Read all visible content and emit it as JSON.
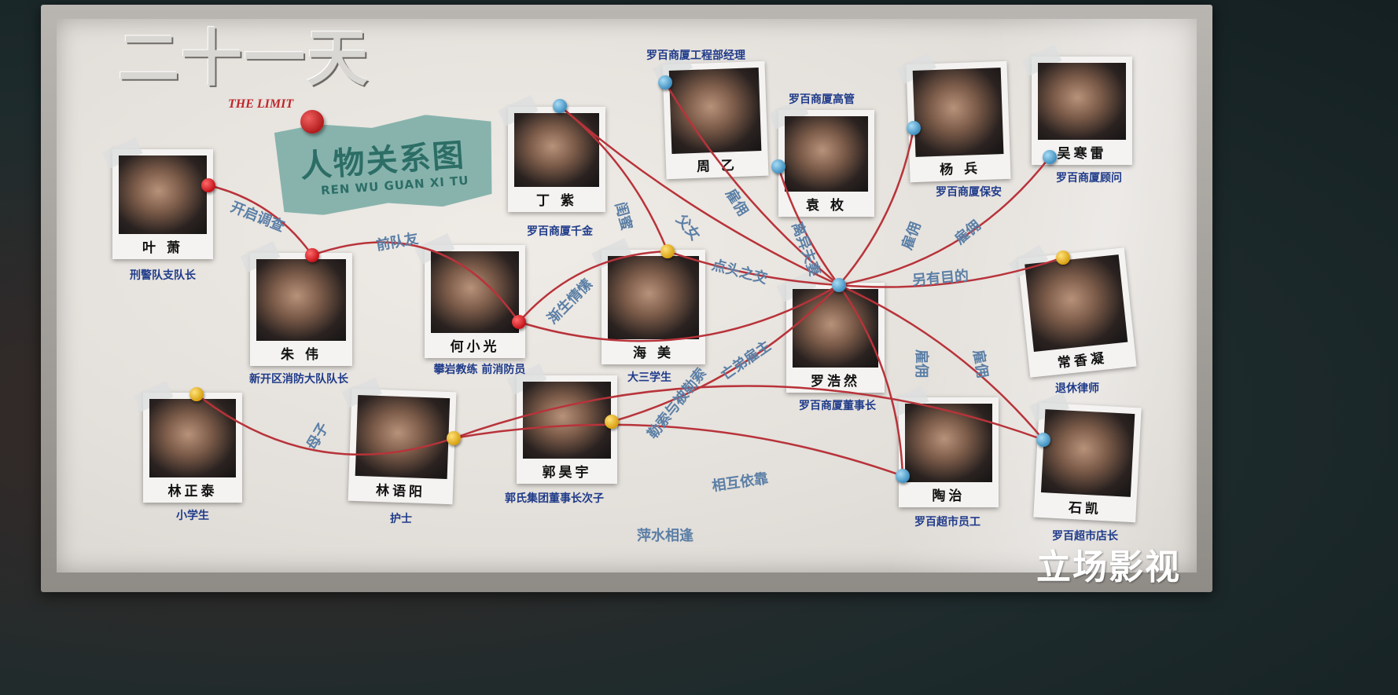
{
  "logo": {
    "title": "二十一天",
    "subtitle": "THE LIMIT"
  },
  "tag": {
    "title": "人物关系图",
    "subtitle": "REN WU GUAN XI TU"
  },
  "watermark": "立场影视",
  "colors": {
    "string": "#b8333a",
    "caption": "#1f3b8a",
    "relation_label": "#5b7fa6",
    "tag": "#88b3ad"
  },
  "characters": [
    {
      "name": "叶 萧",
      "role": "刑警队支队长",
      "pin": "red"
    },
    {
      "name": "朱 伟",
      "role": "新开区消防大队队长",
      "pin": "red"
    },
    {
      "name": "何小光",
      "role": "攀岩教练  前消防员",
      "pin": "red"
    },
    {
      "name": "丁 紫",
      "role": "罗百商厦千金",
      "pin": "blue"
    },
    {
      "name": "海 美",
      "role": "大三学生",
      "pin": "yellow"
    },
    {
      "name": "周 乙",
      "role": "罗百商厦工程部经理",
      "pin": "blue"
    },
    {
      "name": "袁 枚",
      "role": "罗百商厦高管",
      "pin": "blue"
    },
    {
      "name": "杨 兵",
      "role": "罗百商厦保安",
      "pin": "blue"
    },
    {
      "name": "吴寒雷",
      "role": "罗百商厦顾问",
      "pin": "blue"
    },
    {
      "name": "罗浩然",
      "role": "罗百商厦董事长",
      "pin": "blue"
    },
    {
      "name": "常香凝",
      "role": "退休律师",
      "pin": "yellow"
    },
    {
      "name": "林正泰",
      "role": "小学生",
      "pin": "yellow"
    },
    {
      "name": "林语阳",
      "role": "护士",
      "pin": "yellow"
    },
    {
      "name": "郭昊宇",
      "role": "郭氏集团董事长次子",
      "pin": "yellow"
    },
    {
      "name": "陶治",
      "role": "罗百超市员工",
      "pin": "blue"
    },
    {
      "name": "石凯",
      "role": "罗百超市店长",
      "pin": "blue"
    }
  ],
  "relations": [
    {
      "from": "叶萧",
      "to": "朱伟",
      "label": "开启调查"
    },
    {
      "from": "朱伟",
      "to": "何小光",
      "label": "前队友"
    },
    {
      "from": "何小光",
      "to": "海美",
      "label": "渐生情愫"
    },
    {
      "from": "丁紫",
      "to": "海美",
      "label": "闺蜜"
    },
    {
      "from": "丁紫",
      "to": "罗浩然",
      "label": "父女"
    },
    {
      "from": "周乙",
      "to": "罗浩然",
      "label": "雇佣"
    },
    {
      "from": "袁枚",
      "to": "罗浩然",
      "label": "离异夫妻"
    },
    {
      "from": "杨兵",
      "to": "罗浩然",
      "label": "雇佣"
    },
    {
      "from": "吴寒雷",
      "to": "罗浩然",
      "label": "雇佣"
    },
    {
      "from": "海美",
      "to": "罗浩然",
      "label": "点头之交"
    },
    {
      "from": "常香凝",
      "to": "罗浩然",
      "label": "另有目的"
    },
    {
      "from": "何小光",
      "to": "罗浩然",
      "label": "亡弟雇主"
    },
    {
      "from": "郭昊宇",
      "to": "罗浩然",
      "label": "勒索与被勒索"
    },
    {
      "from": "罗浩然",
      "to": "陶治",
      "label": "雇佣"
    },
    {
      "from": "罗浩然",
      "to": "石凯",
      "label": "雇佣"
    },
    {
      "from": "林正泰",
      "to": "林语阳",
      "label": "母子"
    },
    {
      "from": "林语阳",
      "to": "陶治",
      "label": "相互依靠"
    },
    {
      "from": "林语阳",
      "to": "石凯",
      "label": "萍水相逢"
    }
  ]
}
